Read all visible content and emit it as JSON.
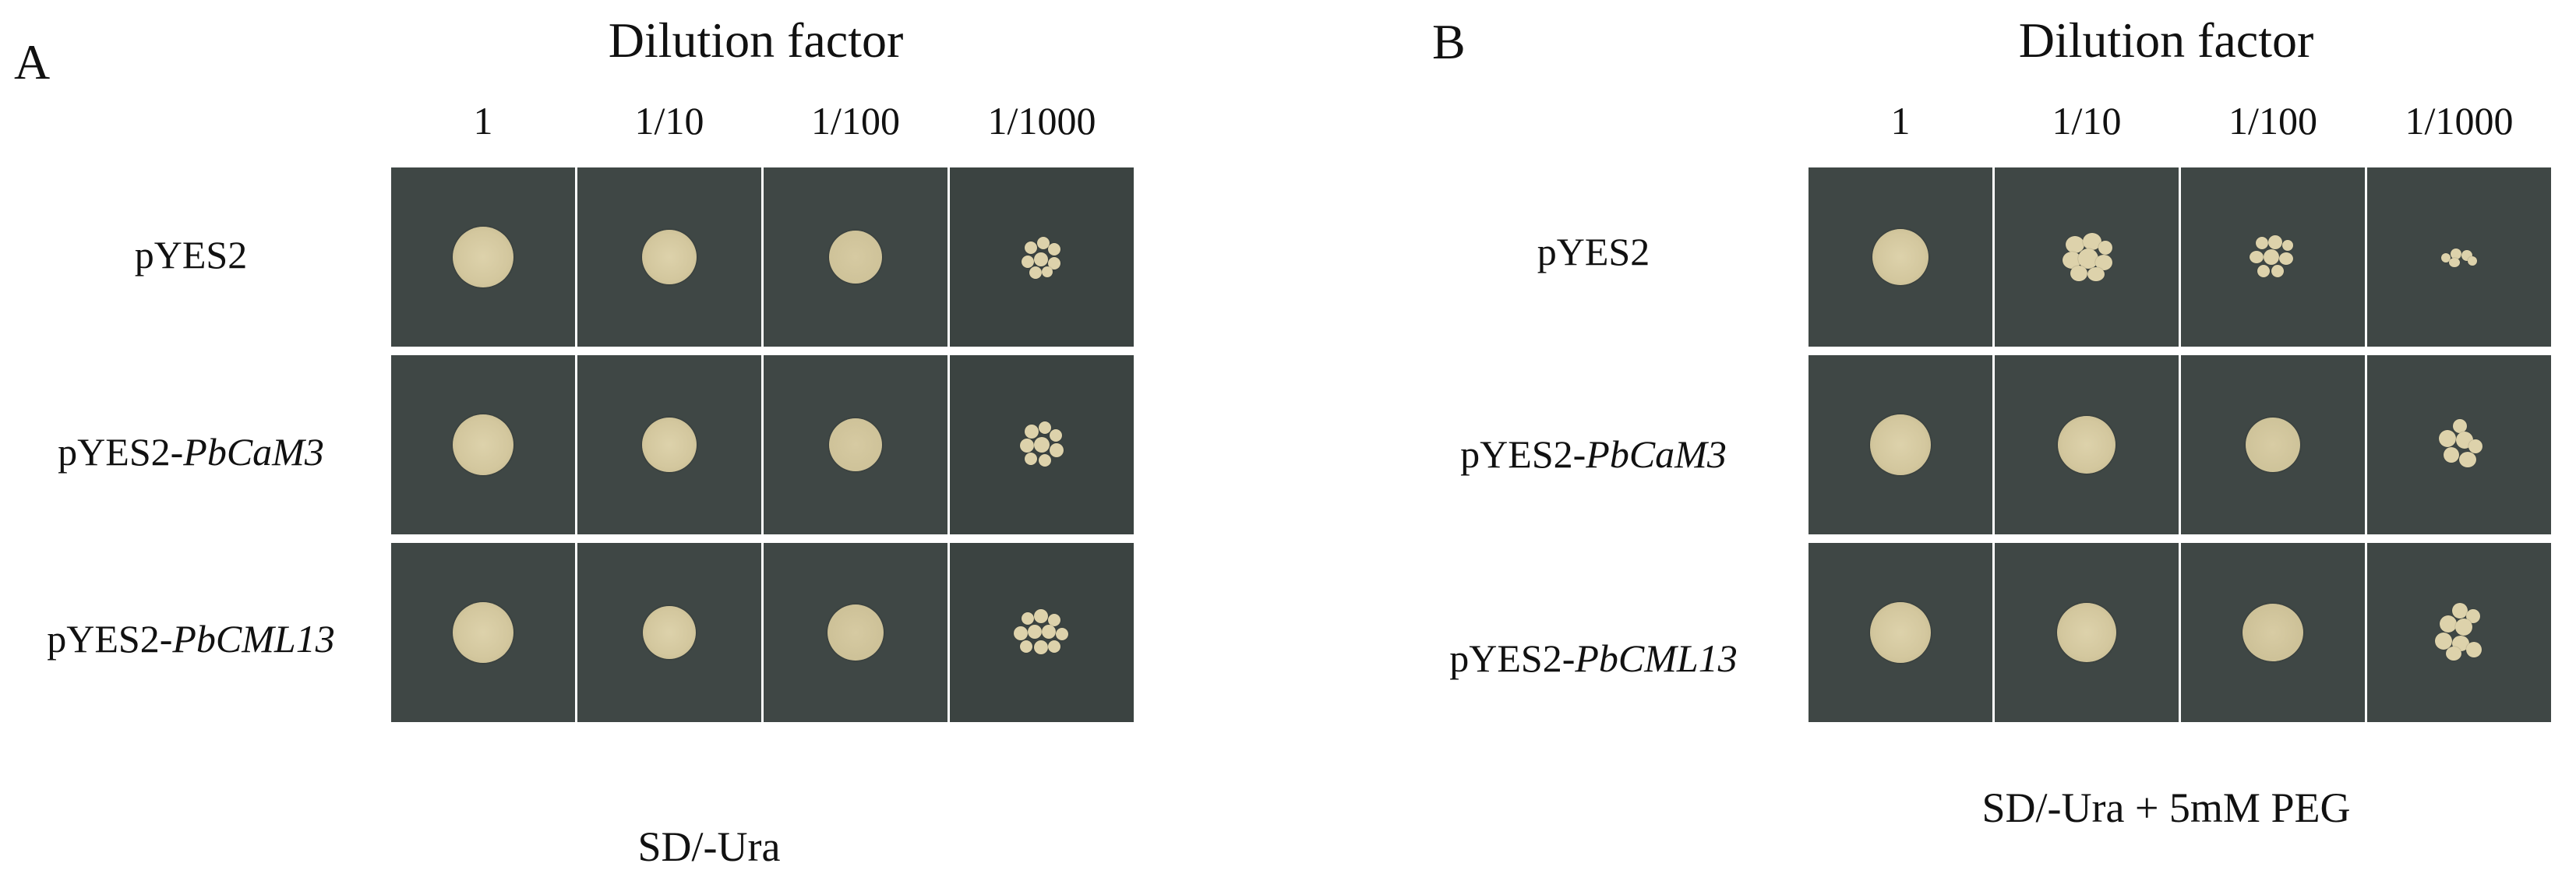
{
  "panels": [
    {
      "letter": "A",
      "title": "Dilution factor",
      "columns": [
        "1",
        "1/10",
        "1/100",
        "1/1000"
      ],
      "rows": [
        {
          "prefix": "pYES2",
          "gene": ""
        },
        {
          "prefix": "pYES2-",
          "gene": "PbCaM3"
        },
        {
          "prefix": "pYES2-",
          "gene": "PbCML13"
        }
      ],
      "condition": "SD/-Ura"
    },
    {
      "letter": "B",
      "title": "Dilution factor",
      "columns": [
        "1",
        "1/10",
        "1/100",
        "1/1000"
      ],
      "rows": [
        {
          "prefix": "pYES2",
          "gene": ""
        },
        {
          "prefix": "pYES2-",
          "gene": "PbCaM3"
        },
        {
          "prefix": "pYES2-",
          "gene": "PbCML13"
        }
      ],
      "condition": "SD/-Ura + 5mM PEG"
    }
  ],
  "colors": {
    "plate_background": "#3f4745",
    "yeast_colony": "#ddd2ab"
  }
}
